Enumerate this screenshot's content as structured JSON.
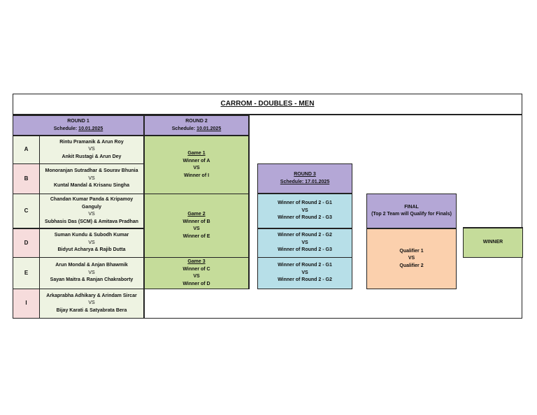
{
  "title": "CARROM - DOUBLES - MEN",
  "round1": {
    "title": "ROUND 1",
    "schedule_label": "Schedule:",
    "schedule_date": "10.01.2025",
    "matches": [
      {
        "group": "A",
        "team1": "Rintu Pramanik & Arun Roy",
        "vs": "VS",
        "team2": "Ankit Rustagi & Arun Dey"
      },
      {
        "group": "B",
        "team1": "Monoranjan Sutradhar & Sourav Bhunia",
        "vs": "VS",
        "team2": "Kuntal Mandal & Krisanu Singha"
      },
      {
        "group": "C",
        "team1": "Chandan Kumar Panda & Kripamoy Ganguly",
        "vs": "VS",
        "team2": "Subhasis Das (SCM) & Amitava Pradhan"
      },
      {
        "group": "D",
        "team1": "Suman Kundu & Subodh Kumar",
        "vs": "VS",
        "team2": "Bidyut Acharya & Rajib Dutta"
      },
      {
        "group": "E",
        "team1": "Arun Mondal & Anjan Bhawmik",
        "vs": "VS",
        "team2": "Sayan Maitra & Ranjan Chakraborty"
      },
      {
        "group": "I",
        "team1": "Arkaprabha Adhikary & Arindam Sircar",
        "vs": "VS",
        "team2": "Bijay Karati & Satyabrata Bera"
      }
    ]
  },
  "round2": {
    "title": "ROUND 2",
    "schedule_label": "Schedule:",
    "schedule_date": "10.01.2025",
    "games": [
      {
        "name": "Game 1",
        "line1": "Winner of A",
        "vs": "VS",
        "line2": "Winner of I"
      },
      {
        "name": "Game 2",
        "line1": "Winner of B",
        "vs": "VS",
        "line2": "Winner of E"
      },
      {
        "name": "Game 3",
        "line1": "Winner of C",
        "vs": "VS",
        "line2": "Winner of D"
      }
    ]
  },
  "round3": {
    "title": "ROUND 3",
    "schedule": "Schedule: 17.01.2025",
    "matches": [
      {
        "line1": "Winner of Round 2 - G1",
        "vs": "VS",
        "line2": "Winner of Round 2 - G3"
      },
      {
        "line1": "Winner of Round 2 - G2",
        "vs": "VS",
        "line2": "Winner of Round 2 - G3"
      },
      {
        "line1": "Winner of Round 2 - G1",
        "vs": "VS",
        "line2": "Winner of Round 2 - G2"
      }
    ]
  },
  "final": {
    "title": "FINAL",
    "subtitle": "(Top 2 Team will Qualify for Finals)",
    "line1": "Qualifier 1",
    "vs": "VS",
    "line2": "Qualifier 2"
  },
  "winner": "WINNER",
  "colors": {
    "header": "#b4a7d6",
    "round1_light": "#eef3e2",
    "round1_pink": "#f6dcdc",
    "round2": "#c5dc9a",
    "round3": "#b7dfe8",
    "final": "#fbd0ad"
  }
}
